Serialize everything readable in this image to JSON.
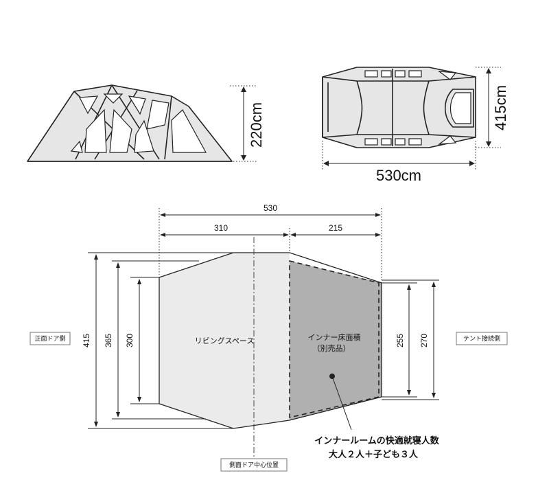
{
  "side_view": {
    "height_label": "220cm"
  },
  "top_view": {
    "depth_label": "415cm",
    "width_label": "530cm"
  },
  "floor_plan": {
    "total_width": "530",
    "living_width": "310",
    "inner_width": "215",
    "left_outer_depth": "415",
    "left_mid_depth": "365",
    "left_inner_depth": "300",
    "right_inner_depth": "255",
    "right_outer_depth": "270",
    "living_label": "リビングスペース",
    "inner_label_line1": "インナー床面積",
    "inner_label_line2": "（別売品）",
    "front_door_side": "正面ドア側",
    "tent_connection_side": "テント接続側",
    "side_door_center": "側面ドア中心位置",
    "capacity_line1": "インナールームの快適就寝人数",
    "capacity_line2": "大人２人＋子ども３人"
  },
  "colors": {
    "living_fill": "#ebebeb",
    "inner_fill": "#b0b0b0",
    "line": "#222222"
  }
}
